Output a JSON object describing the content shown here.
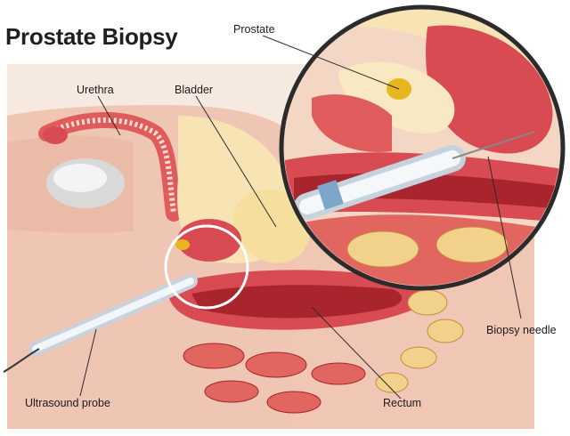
{
  "title": "Prostate Biopsy",
  "labels": {
    "prostate": "Prostate",
    "urethra": "Urethra",
    "bladder": "Bladder",
    "biopsy_needle": "Biopsy needle",
    "ultrasound_probe": "Ultrasound probe",
    "rectum": "Rectum"
  },
  "colors": {
    "skin": "#f0c4b2",
    "tissue": "#d94b52",
    "tissue_dark": "#a8252e",
    "cream": "#f8e6b8",
    "bone": "#f2d18a",
    "probe": "#e6eef4",
    "prostate_gland": "#e7b51e"
  }
}
